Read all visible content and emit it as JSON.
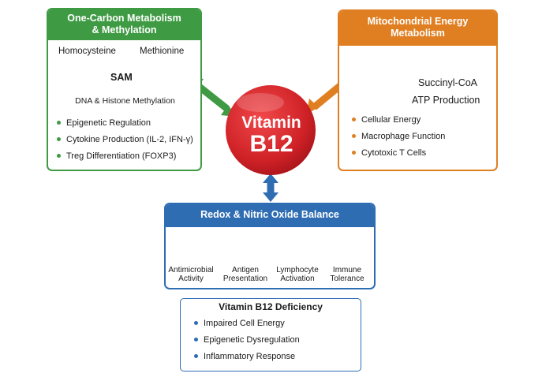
{
  "center": {
    "line1": "Vitamin",
    "line2": "B12",
    "color": "#d8262b"
  },
  "one_carbon": {
    "title_line1": "One-Carbon Metabolism",
    "title_line2": "& Methylation",
    "homocysteine": "Homocysteine",
    "methionine": "Methionine",
    "sam": "SAM",
    "methylation": "DNA & Histone Methylation",
    "bullets": [
      "Epigenetic Regulation",
      "Cytokine Production (IL-2, IFN-γ)",
      "Treg Differentiation (FOXP3)"
    ],
    "color": "#3f9a44"
  },
  "mito": {
    "title": "Mitochondrial Energy Metabolism",
    "succinyl": "Succinyl-CoA",
    "atp": "ATP Production",
    "bullets": [
      "Cellular Energy",
      "Macrophage Function",
      "Cytotoxic T Cells"
    ],
    "color": "#e07f22"
  },
  "redox": {
    "title": "Redox & Nitric Oxide Balance",
    "cells": [
      {
        "line1": "Antimicrobial",
        "line2": "Activity",
        "icon": "bacteria-cell-icon"
      },
      {
        "line1": "Antigen",
        "line2": "Presentation",
        "icon": "dendritic-cell-icon"
      },
      {
        "line1": "Lymphocyte",
        "line2": "Activation",
        "icon": "lymphocyte-icon"
      },
      {
        "line1": "Immune",
        "line2": "Tolerance",
        "icon": "tolerance-cell-icon"
      }
    ],
    "color": "#2f6db3"
  },
  "deficiency": {
    "title": "Vitamin B12 Deficiency",
    "bullets": [
      "Impaired Cell Energy",
      "Epigenetic Dysregulation",
      "Inflammatory Response"
    ],
    "color": "#2f6db3"
  }
}
